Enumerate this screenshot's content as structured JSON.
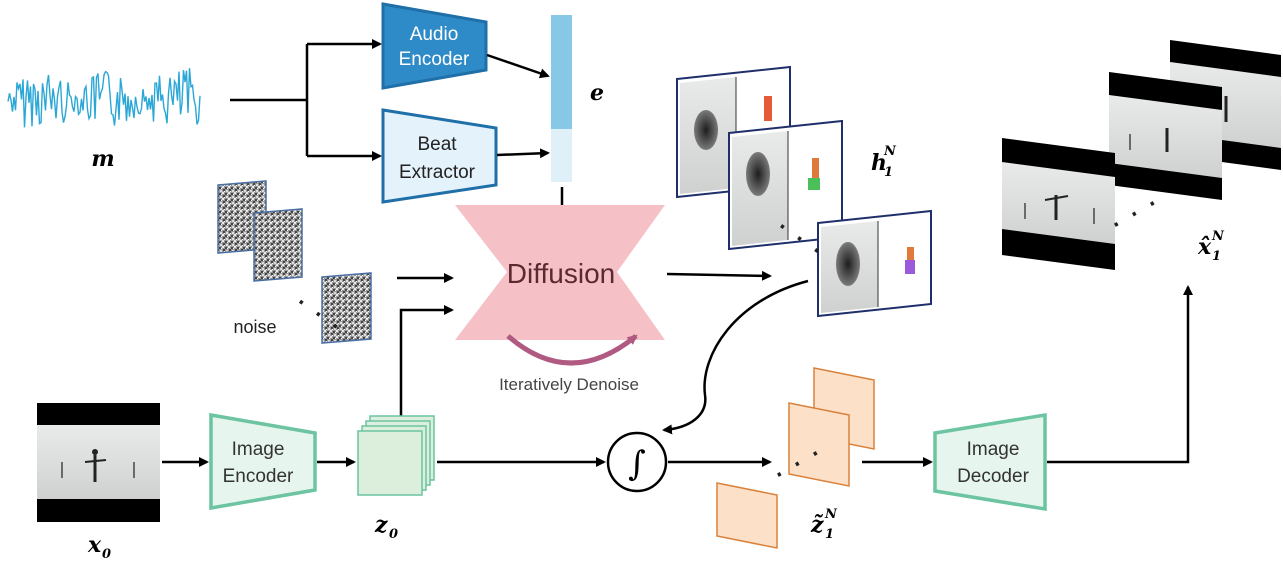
{
  "labels": {
    "audio_encoder_line1": "Audio",
    "audio_encoder_line2": "Encoder",
    "beat_extractor_line1": "Beat",
    "beat_extractor_line2": "Extractor",
    "diffusion": "Diffusion",
    "iteratively_denoise": "Iteratively Denoise",
    "noise": "noise",
    "image_encoder_line1": "Image",
    "image_encoder_line2": "Encoder",
    "image_decoder_line1": "Image",
    "image_decoder_line2": "Decoder",
    "integral": "∫",
    "dots": "· · ·"
  },
  "symbols": {
    "m": "m",
    "e": "e",
    "h_base": "h",
    "h_sub": "1",
    "h_sup": "N",
    "x0_base": "x",
    "x0_sub": "0",
    "z0_base": "z",
    "z0_sub": "0",
    "z_tilde_base": "z̃",
    "z_tilde_sub": "1",
    "z_tilde_sup": "N",
    "x_hat_base": "x̂",
    "x_hat_sub": "1",
    "x_hat_sup": "N"
  },
  "colors": {
    "waveform": "#2aa7d6",
    "audio_block_fill": "#2e8bc7",
    "audio_block_stroke": "#1f6fa8",
    "beat_block_fill": "#e4f2fb",
    "embedding_top": "#86c8e6",
    "embedding_bottom": "#dff0f9",
    "diffusion_fill": "#f5c1c7",
    "image_block_fill": "#e6f5ee",
    "image_block_stroke": "#6cc4a1",
    "latent_fill": "#dcefdc",
    "latent_stroke": "#6cc4a1",
    "output_latent_fill": "#fde0c8",
    "output_latent_stroke": "#d9823b",
    "arrow": "#000000",
    "denoise_arrow": "#a65a7a"
  }
}
